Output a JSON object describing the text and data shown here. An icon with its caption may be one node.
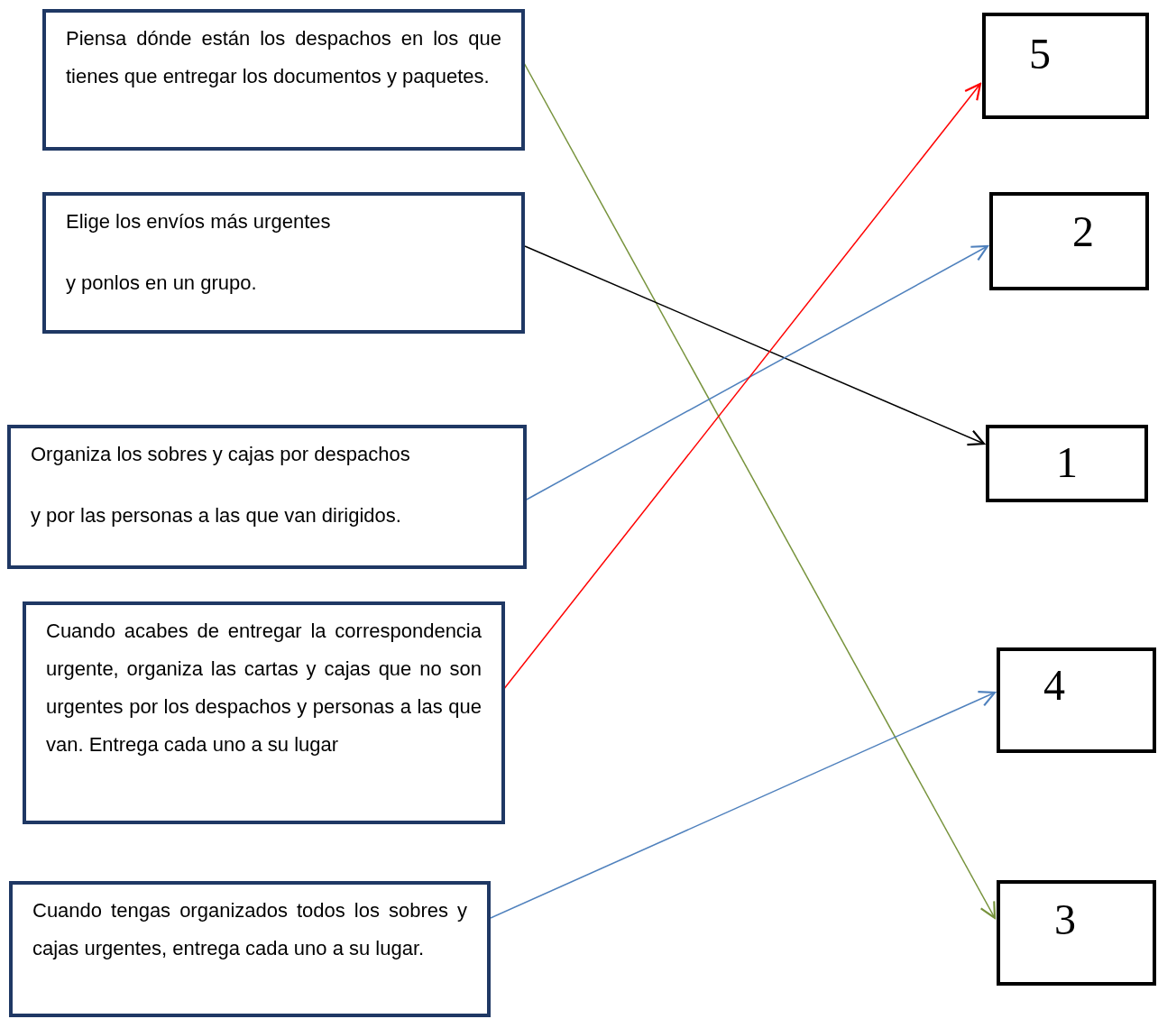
{
  "diagram": {
    "nodes": [
      {
        "text": [
          "Piensa dónde están los despachos en los que tienes que entregar los documentos y paquetes."
        ]
      },
      {
        "text": [
          "Elige los envíos más urgentes",
          "y ponlos en un grupo."
        ]
      },
      {
        "text": [
          "Organiza los sobres y cajas por despachos",
          "y por las personas a las que van dirigidos."
        ]
      },
      {
        "text": [
          "Cuando acabes de entregar la correspondencia urgente, organiza las cartas y cajas que no son urgentes por los despachos y personas a las que van. Entrega cada uno a su lugar"
        ]
      },
      {
        "text": [
          "Cuando tengas organizados todos los sobres y cajas urgentes, entrega cada uno a su lugar."
        ]
      },
      {
        "text": [
          "5"
        ]
      },
      {
        "text": [
          "2"
        ]
      },
      {
        "text": [
          "1"
        ]
      },
      {
        "text": [
          "4"
        ]
      },
      {
        "text": [
          "3"
        ]
      }
    ],
    "edges": [
      {
        "from": 0,
        "to": 9,
        "arrow": "to",
        "color": "#77933c"
      },
      {
        "from": 1,
        "to": 7,
        "arrow": "to",
        "color": "#000000"
      },
      {
        "from": 2,
        "to": 6,
        "arrow": "to",
        "color": "#4f81bd"
      },
      {
        "from": 3,
        "to": 5,
        "arrow": "to",
        "color": "#ff0000"
      },
      {
        "from": 4,
        "to": 8,
        "arrow": "to",
        "color": "#4f81bd"
      }
    ]
  }
}
